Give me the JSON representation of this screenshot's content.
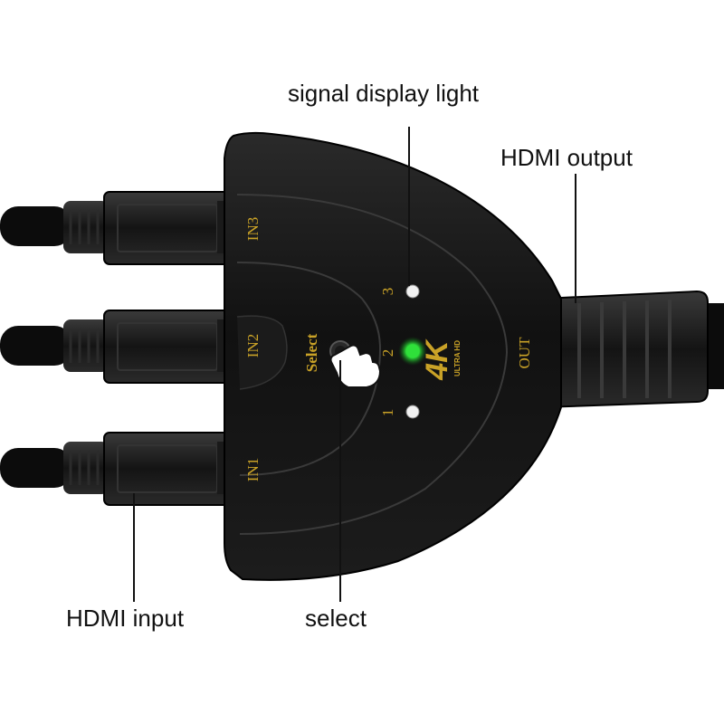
{
  "callouts": {
    "signal_light": "signal display light",
    "hdmi_output": "HDMI output",
    "hdmi_input": "HDMI input",
    "select": "select"
  },
  "device": {
    "port_labels": [
      "IN3",
      "IN2",
      "IN1"
    ],
    "output_label": "OUT",
    "select_label": "Select",
    "led_numbers": [
      "3",
      "2",
      "1"
    ],
    "badge_main": "4K",
    "badge_sub": "ULTRA HD",
    "active_input": "2"
  },
  "colors": {
    "body": "#111111",
    "gold_text": "#c9a227",
    "led_active": "#2fe03a",
    "led_idle": "#f2f2f2",
    "cable": "#0c0c0c"
  }
}
